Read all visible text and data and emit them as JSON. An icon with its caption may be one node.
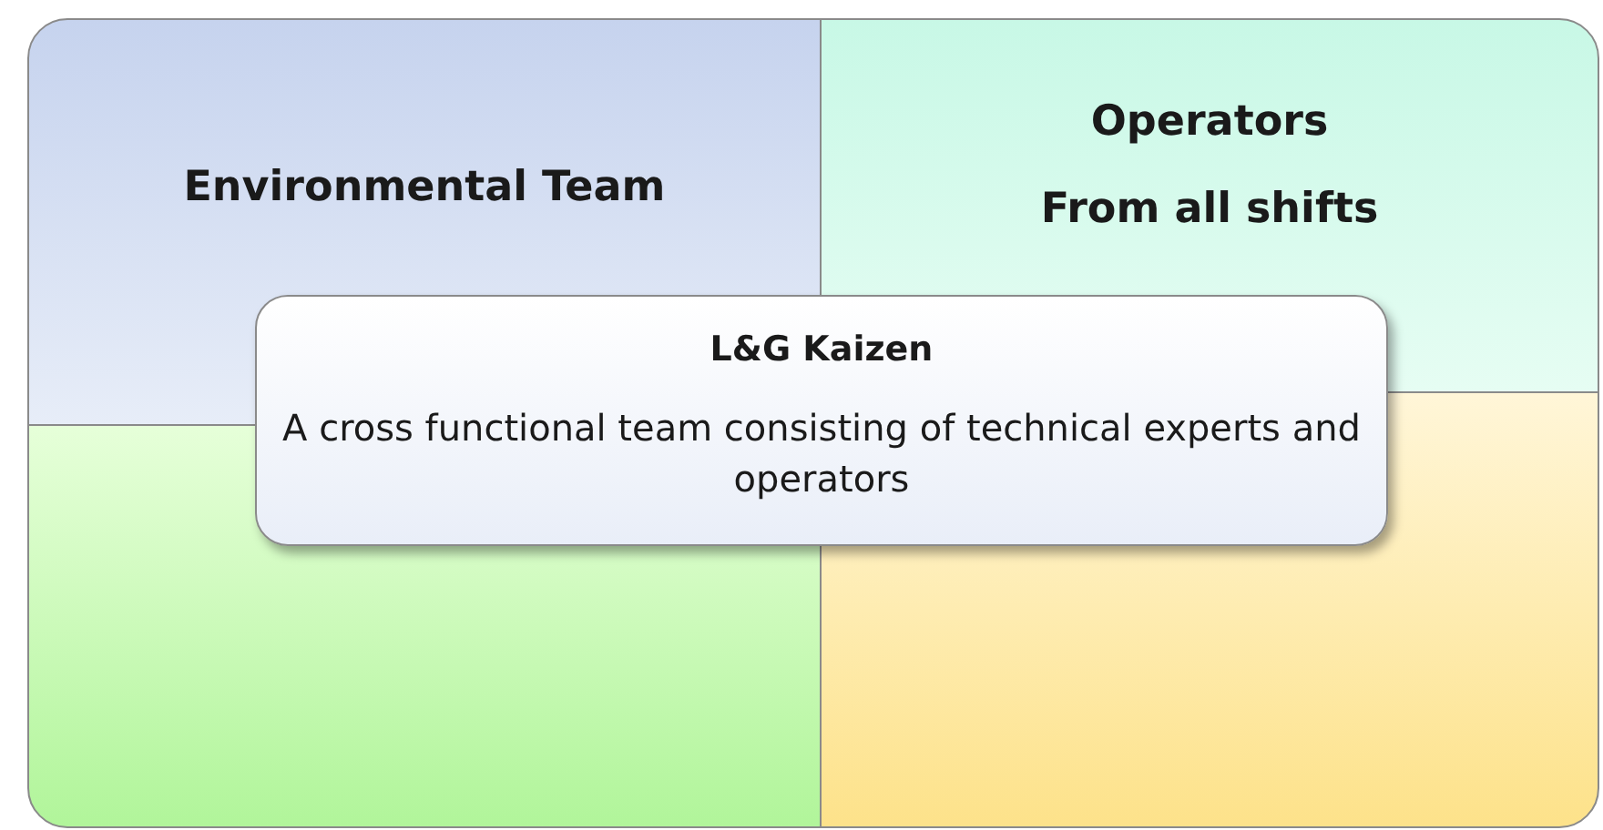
{
  "diagram": {
    "nodes": [
      {
        "text": [
          "Environmental Team"
        ]
      },
      {
        "text": [
          "Operators",
          "From all shifts"
        ]
      },
      {
        "text": [],
        "shape": "box"
      },
      {
        "text": [],
        "shape": "box"
      },
      {
        "text": [
          "L&G Kaizen",
          "A cross functional team consisting of technical experts and operators"
        ]
      }
    ],
    "edges": []
  }
}
